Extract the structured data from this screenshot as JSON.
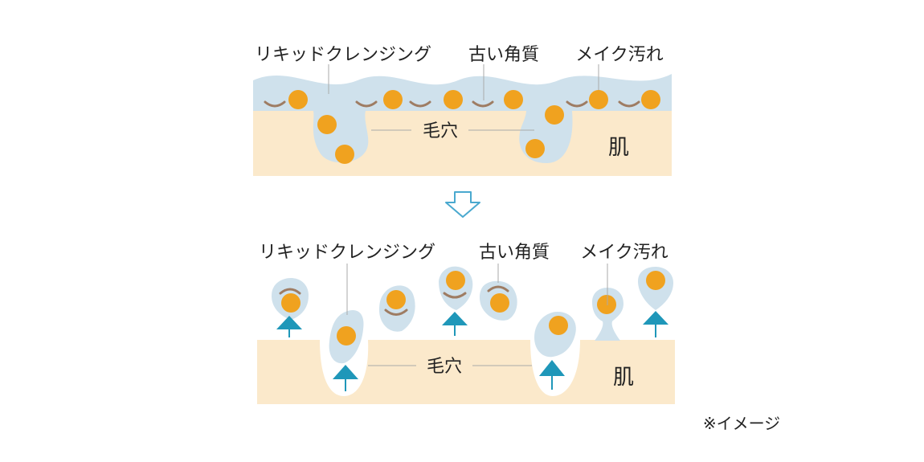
{
  "colors": {
    "skin": "#fbe9cb",
    "cleansing": "#cfe1ec",
    "dirt": "#f0a21f",
    "old_keratin": "#9e7c63",
    "arrow": "#1f97b9",
    "down_arrow": "#4aa9cf",
    "leader_line": "#aaaaaa",
    "text": "#222222"
  },
  "before": {
    "label_cleansing": "リキッドクレンジング",
    "label_keratin": "古い角質",
    "label_makeup": "メイク汚れ",
    "label_pore": "毛穴",
    "label_skin": "肌"
  },
  "after": {
    "label_cleansing": "リキッドクレンジング",
    "label_keratin": "古い角質",
    "label_makeup": "メイク汚れ",
    "label_pore": "毛穴",
    "label_skin": "肌"
  },
  "note": "※イメージ",
  "icons": {
    "transition": "down-arrow-outline-icon",
    "lift": "up-arrow-icon"
  }
}
